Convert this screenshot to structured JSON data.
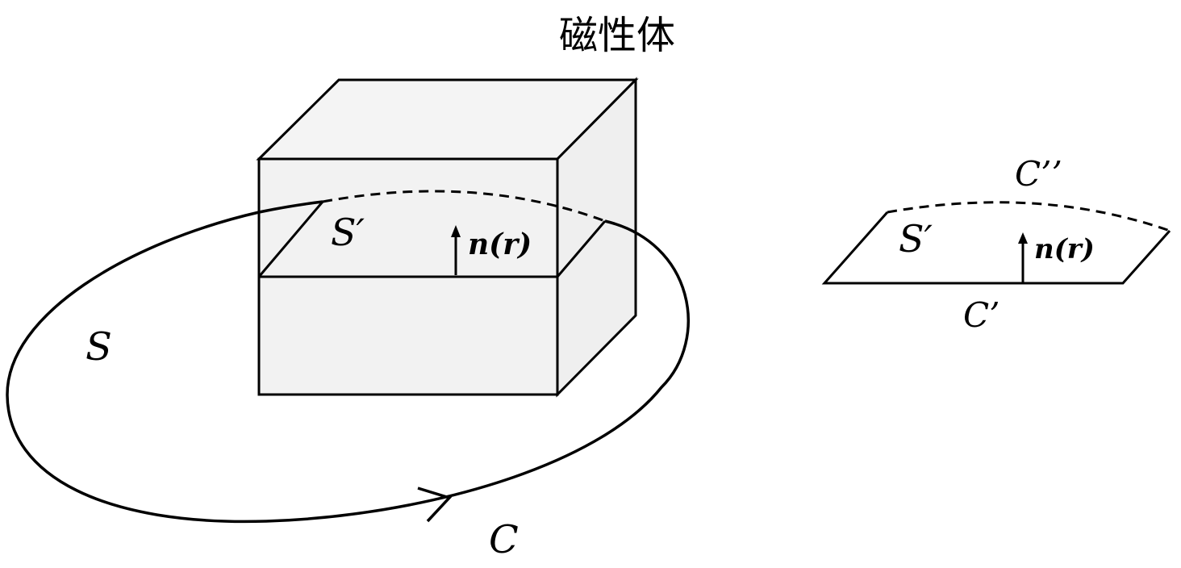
{
  "title": "磁性体",
  "labels": {
    "surface_S": "S",
    "surface_S_prime_left": "S′",
    "normal_left": "n(r)",
    "curve_C": "C",
    "surface_S_prime_right": "S′",
    "normal_right": "n(r)",
    "curve_C_prime": "C’",
    "curve_C_double_prime": "C’’"
  },
  "colors": {
    "stroke": "#000000",
    "cube_front": "#f2f2f2",
    "cube_top": "#f4f4f4",
    "cube_side": "#efefef"
  }
}
